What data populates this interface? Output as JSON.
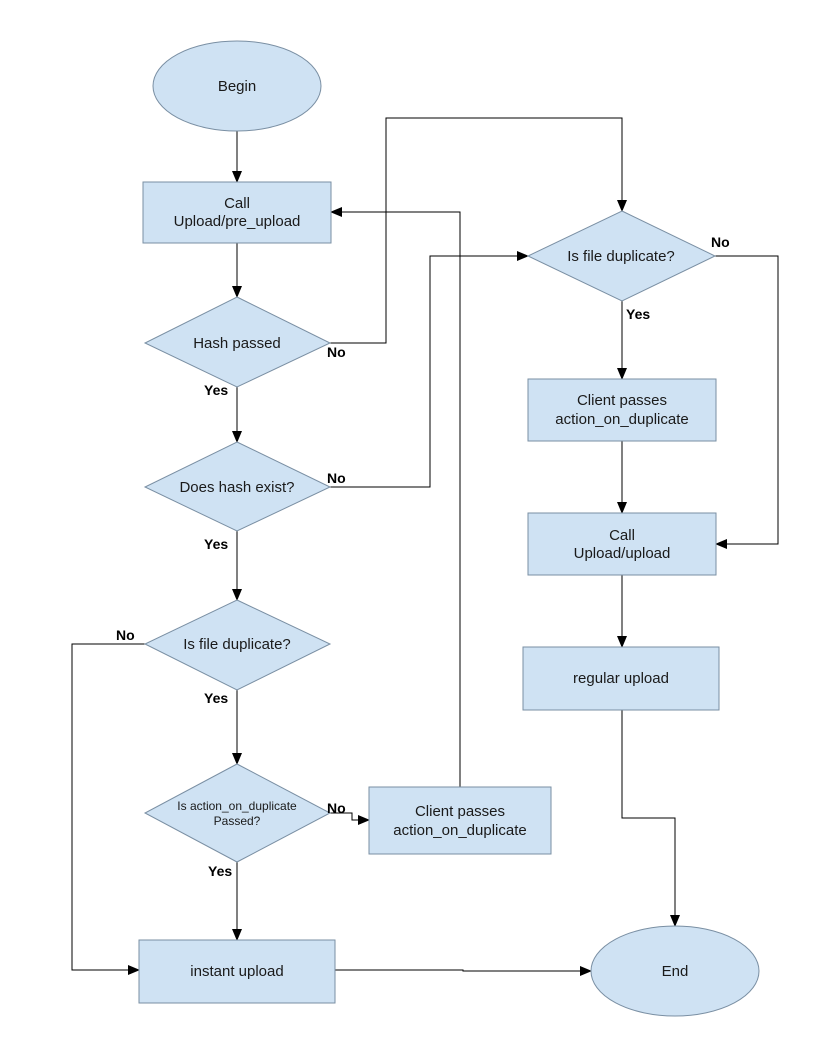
{
  "nodes": {
    "begin": "Begin",
    "call_pre_upload_line1": "Call",
    "call_pre_upload_line2": "Upload/pre_upload",
    "hash_passed": "Hash passed",
    "does_hash_exist": "Does hash exist?",
    "is_file_duplicate_left": "Is file duplicate?",
    "action_passed_line1": "Is action_on_duplicate",
    "action_passed_line2": "Passed?",
    "client_passes_left_line1": "Client passes",
    "client_passes_left_line2": "action_on_duplicate",
    "instant_upload": "instant upload",
    "end": "End",
    "is_file_duplicate_right": "Is file duplicate?",
    "client_passes_right_line1": "Client passes",
    "client_passes_right_line2": "action_on_duplicate",
    "call_upload_line1": "Call",
    "call_upload_line2": "Upload/upload",
    "regular_upload": "regular upload"
  },
  "edge_labels": {
    "hash_passed_no": "No",
    "hash_passed_yes": "Yes",
    "hash_exist_no": "No",
    "hash_exist_yes": "Yes",
    "dup_left_no": "No",
    "dup_left_yes": "Yes",
    "action_no": "No",
    "action_yes": "Yes",
    "dup_right_no": "No",
    "dup_right_yes": "Yes"
  },
  "colors": {
    "shape_fill": "#cfe2f3",
    "shape_stroke": "#7a8fa3",
    "edge": "#000000"
  }
}
